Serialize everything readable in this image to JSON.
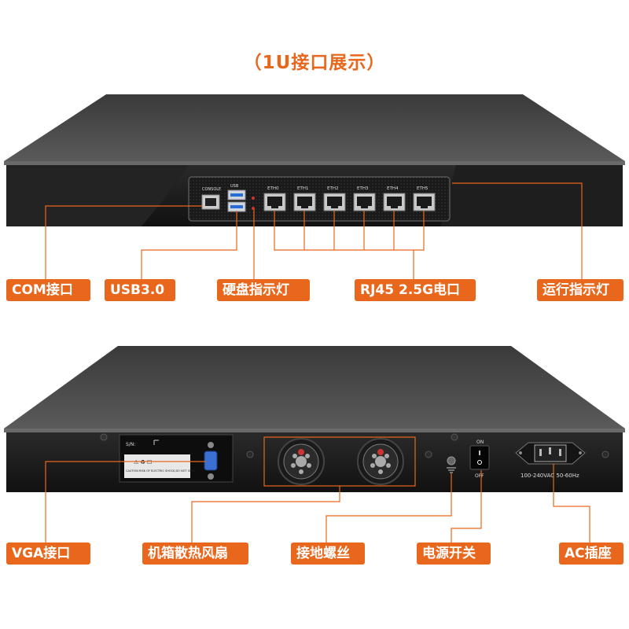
{
  "title": "（1U接口展示）",
  "front": {
    "labels": {
      "com": "COM接口",
      "usb": "USB3.0",
      "hdd": "硬盘指示灯",
      "rj45": "RJ45 2.5G电口",
      "run": "运行指示灯"
    },
    "panel_text": {
      "console": "CONSOLE",
      "usb": "USB",
      "ports": [
        "ETH0",
        "ETH1",
        "ETH2",
        "ETH3",
        "ETH4",
        "ETH5"
      ]
    }
  },
  "rear": {
    "labels": {
      "vga": "VGA接口",
      "fan": "机箱散热风扇",
      "ground": "接地螺丝",
      "power_switch": "电源开关",
      "ac": "AC插座"
    },
    "panel_text": {
      "sn": "S/N:",
      "caution": "CAUTION RISK OF ELECTRIC SHOCK,DO NOT OPEN",
      "on": "ON",
      "off": "OFF",
      "ac_rating": "100-240VAC 50-60Hz"
    }
  },
  "colors": {
    "accent": "#e8671c",
    "chassis_top": "#4a4a4a",
    "chassis_front": "#1c1c1c"
  }
}
